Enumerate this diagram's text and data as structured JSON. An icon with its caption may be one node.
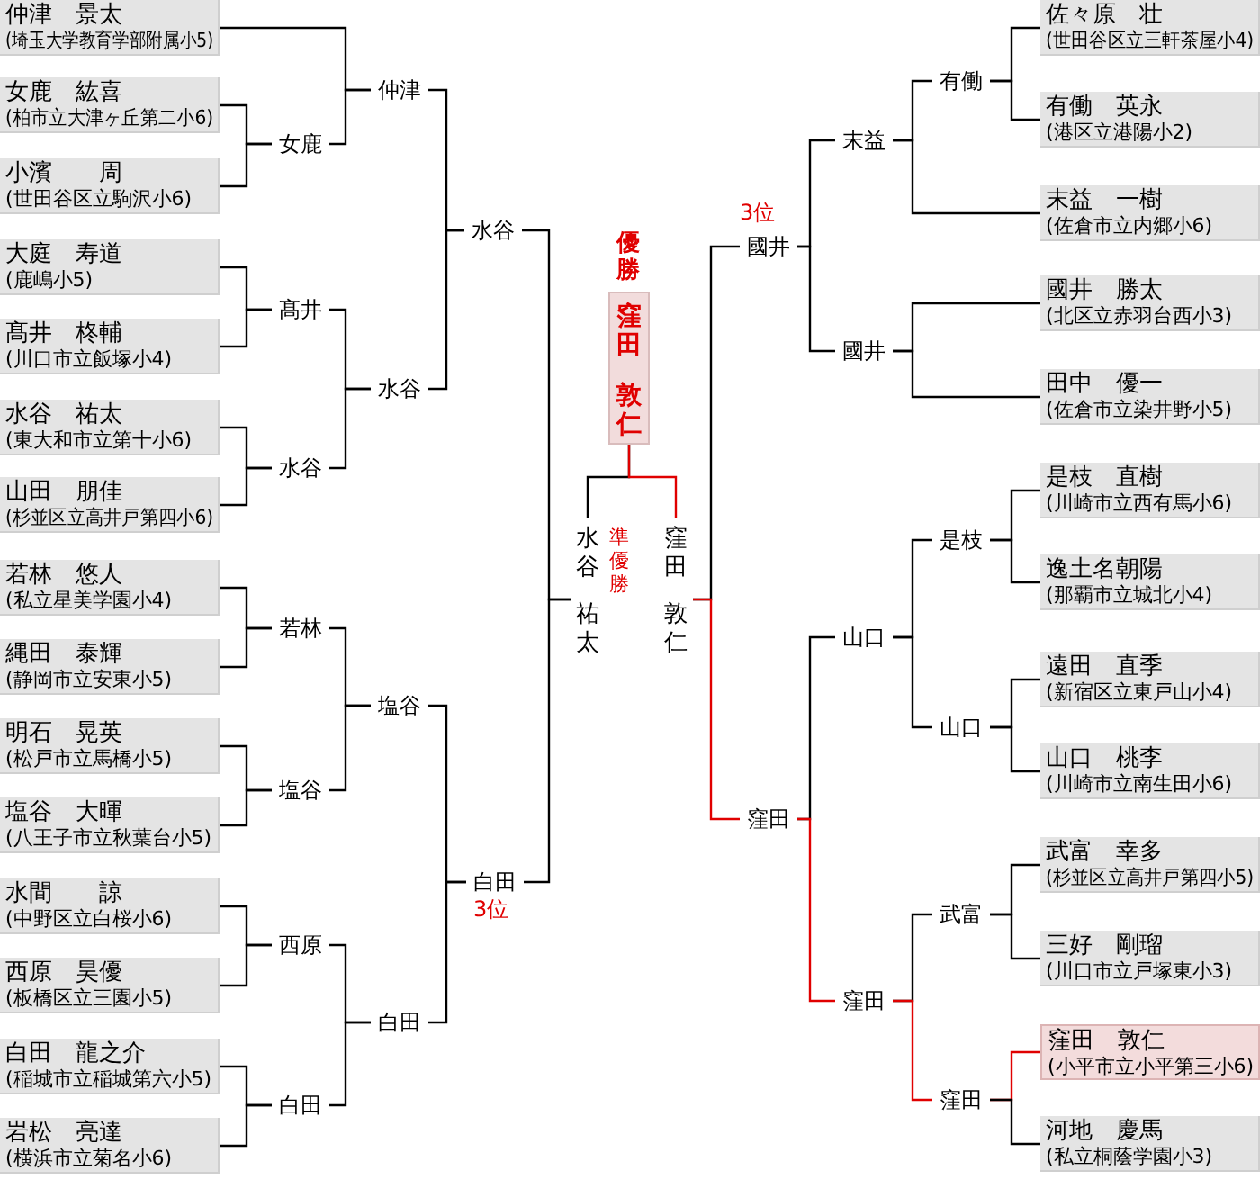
{
  "diagram": {
    "nodes": [
      {
        "text": [
          "仲津　景太",
          "(埼玉大学教育学部附属小5)"
        ]
      },
      {
        "text": [
          "女鹿　紘喜",
          "(柏市立大津ヶ丘第二小6)"
        ]
      },
      {
        "text": [
          "小濱　　周",
          "(世田谷区立駒沢小6)"
        ]
      },
      {
        "text": [
          "大庭　寿道",
          "(鹿嶋小5)"
        ]
      },
      {
        "text": [
          "髙井　柊輔",
          "(川口市立飯塚小4)"
        ]
      },
      {
        "text": [
          "水谷　祐太",
          "(東大和市立第十小6)"
        ]
      },
      {
        "text": [
          "山田　朋佳",
          "(杉並区立高井戸第四小6)"
        ]
      },
      {
        "text": [
          "若林　悠人",
          "(私立星美学園小4)"
        ]
      },
      {
        "text": [
          "縄田　泰輝",
          "(静岡市立安東小5)"
        ]
      },
      {
        "text": [
          "明石　晃英",
          "(松戸市立馬橋小5)"
        ]
      },
      {
        "text": [
          "塩谷　大暉",
          "(八王子市立秋葉台小5)"
        ]
      },
      {
        "text": [
          "水間　　諒",
          "(中野区立白桜小6)"
        ]
      },
      {
        "text": [
          "西原　昊優",
          "(板橋区立三園小5)"
        ]
      },
      {
        "text": [
          "白田　龍之介",
          "(稲城市立稲城第六小5)"
        ]
      },
      {
        "text": [
          "岩松　亮達",
          "(横浜市立菊名小6)"
        ]
      },
      {
        "text": [
          "佐々原　壮",
          "(世田谷区立三軒茶屋小4)"
        ]
      },
      {
        "text": [
          "有働　英永",
          "(港区立港陽小2)"
        ]
      },
      {
        "text": [
          "末益　一樹",
          "(佐倉市立内郷小6)"
        ]
      },
      {
        "text": [
          "國井　勝太",
          "(北区立赤羽台西小3)"
        ]
      },
      {
        "text": [
          "田中　優一",
          "(佐倉市立染井野小5)"
        ]
      },
      {
        "text": [
          "是枝　直樹",
          "(川崎市立西有馬小6)"
        ]
      },
      {
        "text": [
          "逸土名朝陽",
          "(那覇市立城北小4)"
        ]
      },
      {
        "text": [
          "遠田　直季",
          "(新宿区立東戸山小4)"
        ]
      },
      {
        "text": [
          "山口　桃李",
          "(川崎市立南生田小6)"
        ]
      },
      {
        "text": [
          "武富　幸多",
          "(杉並区立高井戸第四小5)"
        ]
      },
      {
        "text": [
          "三好　剛瑠",
          "(川口市立戸塚東小3)"
        ]
      },
      {
        "text": [
          "窪田　敦仁",
          "(小平市立小平第三小6)"
        ]
      },
      {
        "text": [
          "河地　慶馬",
          "(私立桐蔭学園小3)"
        ]
      },
      {
        "text": [
          "女鹿"
        ]
      },
      {
        "text": [
          "髙井"
        ]
      },
      {
        "text": [
          "水谷"
        ]
      },
      {
        "text": [
          "若林"
        ]
      },
      {
        "text": [
          "塩谷"
        ]
      },
      {
        "text": [
          "西原"
        ]
      },
      {
        "text": [
          "白田"
        ]
      },
      {
        "text": [
          "仲津"
        ]
      },
      {
        "text": [
          "水谷"
        ]
      },
      {
        "text": [
          "塩谷"
        ]
      },
      {
        "text": [
          "白田"
        ]
      },
      {
        "text": [
          "水谷"
        ]
      },
      {
        "text": [
          "白田"
        ],
        "beside": [
          "3位"
        ]
      },
      {
        "text": [
          "窪田",
          "敦仁"
        ],
        "beside": [
          "優勝"
        ]
      },
      {
        "text": [
          "水谷",
          "祐太"
        ],
        "beside": [
          "準優勝"
        ]
      },
      {
        "text": [
          "窪田",
          "敦仁"
        ]
      },
      {
        "text": [
          "國井"
        ],
        "beside": [
          "3位"
        ]
      },
      {
        "text": [
          "窪田"
        ]
      },
      {
        "text": [
          "末益"
        ]
      },
      {
        "text": [
          "國井"
        ]
      },
      {
        "text": [
          "山口"
        ]
      },
      {
        "text": [
          "窪田"
        ]
      },
      {
        "text": [
          "有働"
        ]
      },
      {
        "text": [
          "是枝"
        ]
      },
      {
        "text": [
          "山口"
        ]
      },
      {
        "text": [
          "武富"
        ]
      },
      {
        "text": [
          "窪田"
        ]
      }
    ],
    "edges": [
      {
        "from": 1,
        "to": 28,
        "arrow": "none"
      },
      {
        "from": 2,
        "to": 28,
        "arrow": "none"
      },
      {
        "from": 3,
        "to": 29,
        "arrow": "none"
      },
      {
        "from": 4,
        "to": 29,
        "arrow": "none"
      },
      {
        "from": 5,
        "to": 30,
        "arrow": "none"
      },
      {
        "from": 6,
        "to": 30,
        "arrow": "none"
      },
      {
        "from": 7,
        "to": 31,
        "arrow": "none"
      },
      {
        "from": 8,
        "to": 31,
        "arrow": "none"
      },
      {
        "from": 9,
        "to": 32,
        "arrow": "none"
      },
      {
        "from": 10,
        "to": 32,
        "arrow": "none"
      },
      {
        "from": 11,
        "to": 33,
        "arrow": "none"
      },
      {
        "from": 12,
        "to": 33,
        "arrow": "none"
      },
      {
        "from": 13,
        "to": 34,
        "arrow": "none"
      },
      {
        "from": 14,
        "to": 34,
        "arrow": "none"
      },
      {
        "from": 0,
        "to": 35,
        "arrow": "none"
      },
      {
        "from": 28,
        "to": 35,
        "arrow": "none"
      },
      {
        "from": 29,
        "to": 36,
        "arrow": "none"
      },
      {
        "from": 30,
        "to": 36,
        "arrow": "none"
      },
      {
        "from": 31,
        "to": 37,
        "arrow": "none"
      },
      {
        "from": 32,
        "to": 37,
        "arrow": "none"
      },
      {
        "from": 33,
        "to": 38,
        "arrow": "none"
      },
      {
        "from": 34,
        "to": 38,
        "arrow": "none"
      },
      {
        "from": 35,
        "to": 39,
        "arrow": "none"
      },
      {
        "from": 36,
        "to": 39,
        "arrow": "none"
      },
      {
        "from": 37,
        "to": 40,
        "arrow": "none"
      },
      {
        "from": 38,
        "to": 40,
        "arrow": "none"
      },
      {
        "from": 39,
        "to": 42,
        "arrow": "none"
      },
      {
        "from": 40,
        "to": 42,
        "arrow": "none"
      },
      {
        "from": 42,
        "to": 41,
        "arrow": "none"
      },
      {
        "from": 43,
        "to": 41,
        "arrow": "none",
        "color": "#e00000"
      },
      {
        "from": 44,
        "to": 43,
        "arrow": "none"
      },
      {
        "from": 45,
        "to": 43,
        "arrow": "none",
        "color": "#e00000"
      },
      {
        "from": 46,
        "to": 44,
        "arrow": "none"
      },
      {
        "from": 47,
        "to": 44,
        "arrow": "none"
      },
      {
        "from": 48,
        "to": 45,
        "arrow": "none"
      },
      {
        "from": 49,
        "to": 45,
        "arrow": "none",
        "color": "#e00000"
      },
      {
        "from": 50,
        "to": 46,
        "arrow": "none"
      },
      {
        "from": 17,
        "to": 46,
        "arrow": "none"
      },
      {
        "from": 18,
        "to": 47,
        "arrow": "none"
      },
      {
        "from": 19,
        "to": 47,
        "arrow": "none"
      },
      {
        "from": 51,
        "to": 48,
        "arrow": "none"
      },
      {
        "from": 52,
        "to": 48,
        "arrow": "none"
      },
      {
        "from": 53,
        "to": 49,
        "arrow": "none"
      },
      {
        "from": 54,
        "to": 49,
        "arrow": "none",
        "color": "#e00000"
      },
      {
        "from": 15,
        "to": 50,
        "arrow": "none"
      },
      {
        "from": 16,
        "to": 50,
        "arrow": "none"
      },
      {
        "from": 20,
        "to": 51,
        "arrow": "none"
      },
      {
        "from": 21,
        "to": 51,
        "arrow": "none"
      },
      {
        "from": 22,
        "to": 52,
        "arrow": "none"
      },
      {
        "from": 23,
        "to": 52,
        "arrow": "none"
      },
      {
        "from": 24,
        "to": 53,
        "arrow": "none"
      },
      {
        "from": 25,
        "to": 53,
        "arrow": "none"
      },
      {
        "from": 26,
        "to": 54,
        "arrow": "none",
        "color": "#e00000"
      },
      {
        "from": 27,
        "to": 54,
        "arrow": "none"
      }
    ]
  }
}
